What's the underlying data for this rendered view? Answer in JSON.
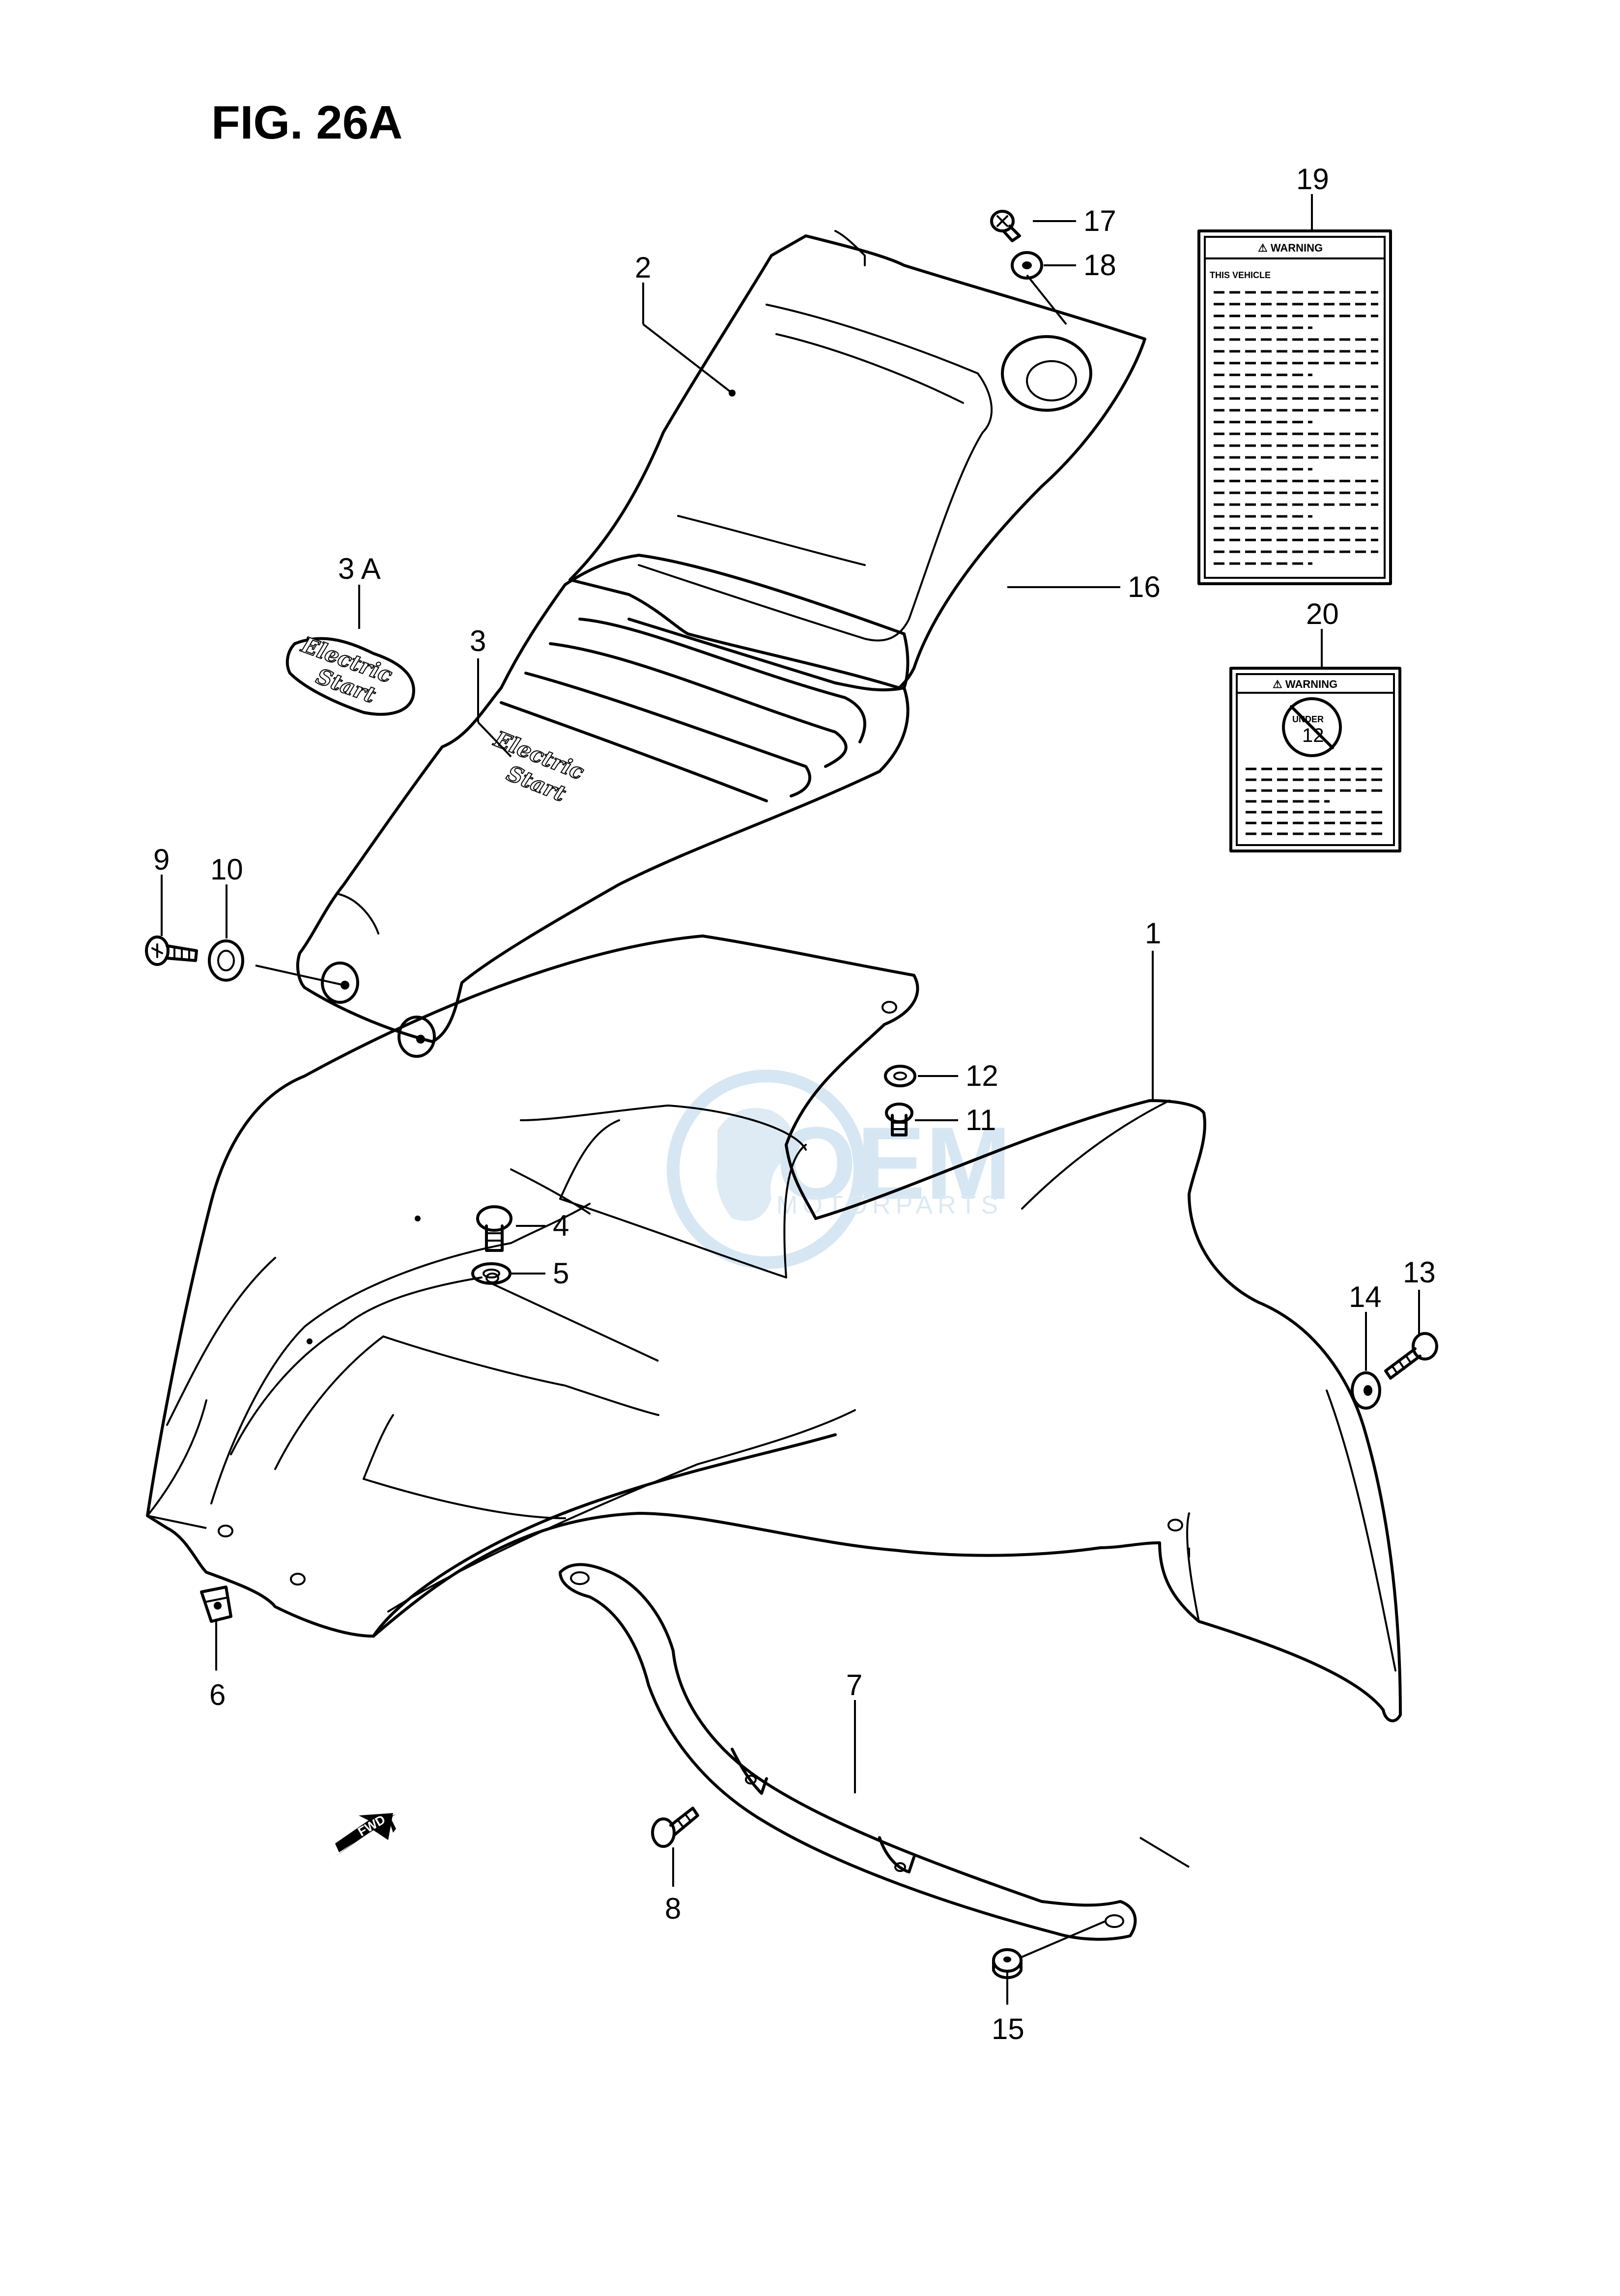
{
  "figure": {
    "title": "FIG. 26A"
  },
  "callouts": {
    "p1": "1",
    "p2": "2",
    "p3": "3",
    "p3a": "3 A",
    "p4": "4",
    "p5": "5",
    "p6": "6",
    "p7": "7",
    "p8": "8",
    "p9": "9",
    "p10": "10",
    "p11": "11",
    "p12": "12",
    "p13": "13",
    "p14": "14",
    "p15": "15",
    "p16": "16",
    "p17": "17",
    "p18": "18",
    "p19": "19",
    "p20": "20"
  },
  "labels": {
    "warning_19_title": "⚠ WARNING",
    "warning_19_first_line": "THIS VEHICLE",
    "warning_20_title": "⚠ WARNING",
    "warning_20_under": "UNDER",
    "warning_20_age": "12",
    "decal_electric": "Electric",
    "decal_start": "Start",
    "fwd_arrow": "FWD"
  },
  "watermark": {
    "name": "OEM",
    "tagline": "MOTORPARTS",
    "color": "#cfe3f1"
  }
}
